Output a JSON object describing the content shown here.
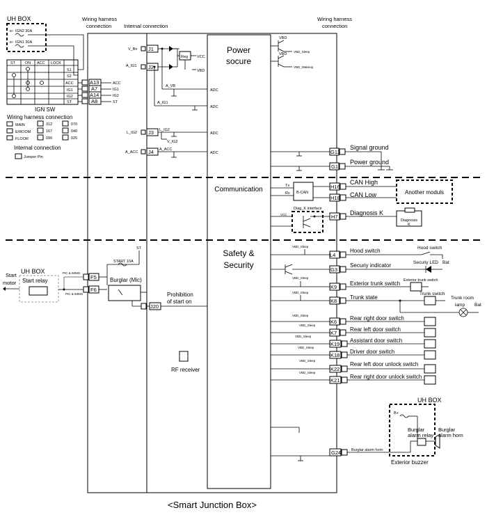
{
  "uh_box_top": {
    "title": "UH BOX",
    "fuse1": "IGN2 30A",
    "fuse2": "IGN1 30A",
    "bplus1": "B+",
    "bplus2": "B+"
  },
  "headers": {
    "wiring_left": [
      "Wiring harness",
      "connection"
    ],
    "internal": "Internal connection",
    "wiring_right": [
      "Wiring harness",
      "connection"
    ]
  },
  "ign_sw": {
    "title": "IGN SW",
    "columns": [
      "ST",
      "ON",
      "ACC",
      "LOCK"
    ],
    "rows": [
      "S1",
      "S2",
      "ACC",
      "IG1",
      "IG2",
      "ST"
    ],
    "pins": [
      {
        "pin": "A13",
        "signal": "ACC"
      },
      {
        "pin": "A7",
        "signal": "IG1"
      },
      {
        "pin": "A14",
        "signal": "IG2"
      },
      {
        "pin": "A8",
        "signal": "ST"
      }
    ]
  },
  "legend": {
    "title": "Wiring harness connection",
    "items": [
      "MAIN",
      "E/ROOM",
      "FLOOR"
    ],
    "codes": [
      "312",
      "167",
      "090",
      "070",
      "040",
      "025"
    ],
    "internal_title": "Internal connection",
    "jumper": "Jumper Pin"
  },
  "power": {
    "title": [
      "Power",
      "socure"
    ],
    "j1": "J1",
    "j2": "J2",
    "j3": "J3",
    "j4": "J4",
    "v_bn": "V_Bn",
    "a_ig1": "A_IG1",
    "reg": "Reg",
    "vcc": "VCC",
    "vbd": "VBD",
    "a_vb": "A_VB",
    "a_ig1b": "A_IG1",
    "adc": "ADC",
    "l_ig2": "L_IG2",
    "l_ig2b": "L_IG2",
    "v_ig2": "V_IG2",
    "a_acc": "A_ACC",
    "a_accb": "A_ACC",
    "vbd_top": "VBD",
    "vbd_sleep": "VBD_Sleep",
    "vbd_top2": "VBD",
    "vbd_wakeup": "VBD_Wakeup",
    "g13": "G13",
    "g1": "G1",
    "signal_ground": "Signal ground",
    "power_ground": "Power ground"
  },
  "communication": {
    "title": "Communication",
    "tx": "Tx",
    "rx": "Rx",
    "bcan": "B-CAN",
    "h16": "H16",
    "h18": "H18",
    "can_high": "CAN High",
    "can_low": "CAN Low",
    "another": "Another moduls",
    "diag_interface": "Diag_K interface",
    "h7": "H7",
    "diagnosis": "Diagnosis K",
    "diag_box": [
      "Diagnosis",
      "K"
    ],
    "vcc": "VCC"
  },
  "safety": {
    "title": [
      "Safety &",
      "Security"
    ],
    "uh_box": "UH BOX",
    "start_motor": [
      "Start",
      "motor"
    ],
    "start_relay": "Start relay",
    "pic1": "PIC & IMMO",
    "pic2": "PIC & IMMO",
    "f5": "F5",
    "f6": "F6",
    "st": "ST",
    "start10a": "START 10A",
    "burglar_mic": "Burglar (Mic)",
    "prohibition": [
      "Prohibition",
      "of start on"
    ],
    "j20": "J20",
    "rf": "RF  receiver",
    "vbd_sleep": "VBD_Sleep",
    "rows": [
      {
        "pin": "L4",
        "label": "Hood switch",
        "load": "Hood switch",
        "vbd": "VBD_Sleep"
      },
      {
        "pin": "G3",
        "label": "Securiy indicator",
        "load": "Securiy LED",
        "extra": "Bat"
      },
      {
        "pin": "K9",
        "label": "Exterior trunk switch",
        "load": "Exterior trunk switch",
        "vbd": "VBD_Sleep"
      },
      {
        "pin": "K8",
        "label": "Trunk state",
        "load": "Trunk switch",
        "vbd": "VBD_Sleep"
      },
      {
        "pin": "K6",
        "label": "Rear right door switch",
        "vbd": "VBD_Sleep"
      },
      {
        "pin": "K7",
        "label": "Rear left door switch",
        "vbd": "VBD_Sleep"
      },
      {
        "pin": "K19",
        "label": "Assistant door switch",
        "vbd": "VBD_Sleep"
      },
      {
        "pin": "K18",
        "label": "Driver door switch",
        "vbd": "VBD_Sleep"
      },
      {
        "pin": "K22",
        "label": "Rear left door unlock switch",
        "vbd": "VBD_Sleep"
      },
      {
        "pin": "K21",
        "label": "Rear right door unlock switch",
        "vbd": "VBD_Sleep"
      }
    ],
    "trunk_lamp": [
      "Trunk room",
      "lamp"
    ],
    "bat2": "Bat",
    "g24": "G24",
    "burglar_horn": "Burglar alarm horn",
    "uh_box2": "UH BOX",
    "bplus": "B+",
    "burglar_relay": [
      "Burglar",
      "alarm relay"
    ],
    "burglar_horn2": [
      "Burglar",
      "alarm horn"
    ],
    "ext_buzzer": "Exterior buzzer"
  },
  "caption": "<Smart Junction Box>"
}
